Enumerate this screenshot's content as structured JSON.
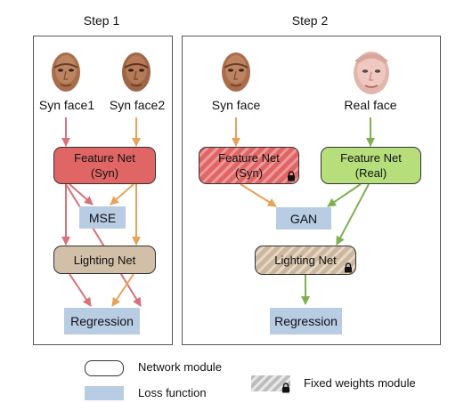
{
  "step1": {
    "title": "Step 1",
    "faces": [
      "Syn face1",
      "Syn face2"
    ],
    "feature_net": "Feature Net\n(Syn)",
    "loss": "MSE",
    "lighting_net": "Lighting Net",
    "regression": "Regression"
  },
  "step2": {
    "title": "Step 2",
    "syn_face": "Syn face",
    "real_face": "Real face",
    "feature_net_syn": "Feature Net\n(Syn)",
    "feature_net_real": "Feature Net\n(Real)",
    "loss": "GAN",
    "lighting_net": "Lighting Net",
    "regression": "Regression"
  },
  "legend": {
    "network_module": "Network module",
    "loss_function": "Loss function",
    "fixed_weights": "Fixed weights module"
  },
  "colors": {
    "syn_feature_net": "#e06666",
    "real_feature_net": "#b6df7c",
    "lighting_net": "#d1bfa8",
    "loss_box": "#b8cce4",
    "arrow_red": "#d9707a",
    "arrow_orange": "#e8a25a",
    "arrow_green": "#7eb050"
  },
  "icons": [
    "synthetic-face-image",
    "real-face-photo",
    "lock-icon",
    "hatched-module-swatch"
  ]
}
